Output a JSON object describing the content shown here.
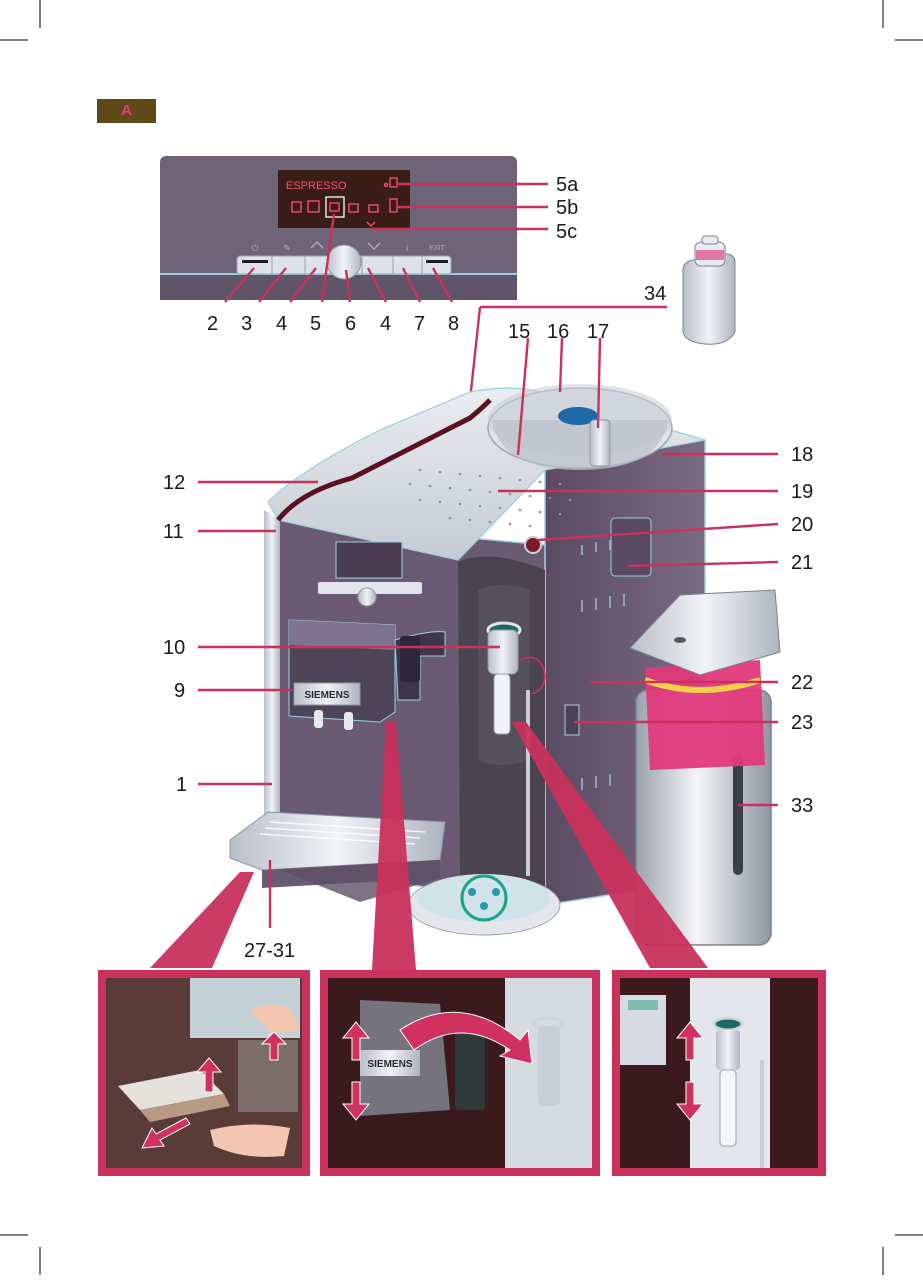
{
  "figure_tag": "A",
  "display": {
    "text": "ESPRESSO",
    "control_labels": [
      "ON/OFF",
      "i",
      "EXIT"
    ]
  },
  "brand": "SIEMENS",
  "callouts": {
    "c5a": "5a",
    "c5b": "5b",
    "c5c": "5c",
    "c2": "2",
    "c3": "3",
    "c4l": "4",
    "c5": "5",
    "c6": "6",
    "c4r": "4",
    "c7": "7",
    "c8": "8",
    "c34": "34",
    "c15": "15",
    "c16": "16",
    "c17": "17",
    "c12": "12",
    "c11": "11",
    "c10": "10",
    "c9": "9",
    "c1": "1",
    "c18": "18",
    "c19": "19",
    "c20": "20",
    "c21": "21",
    "c22": "22",
    "c23": "23",
    "c33": "33",
    "c27_31": "27-31"
  },
  "colors": {
    "accent": "#c8325c",
    "panel": "#6f6378",
    "body": "#6a5a72",
    "silver": "#d9dde4"
  }
}
